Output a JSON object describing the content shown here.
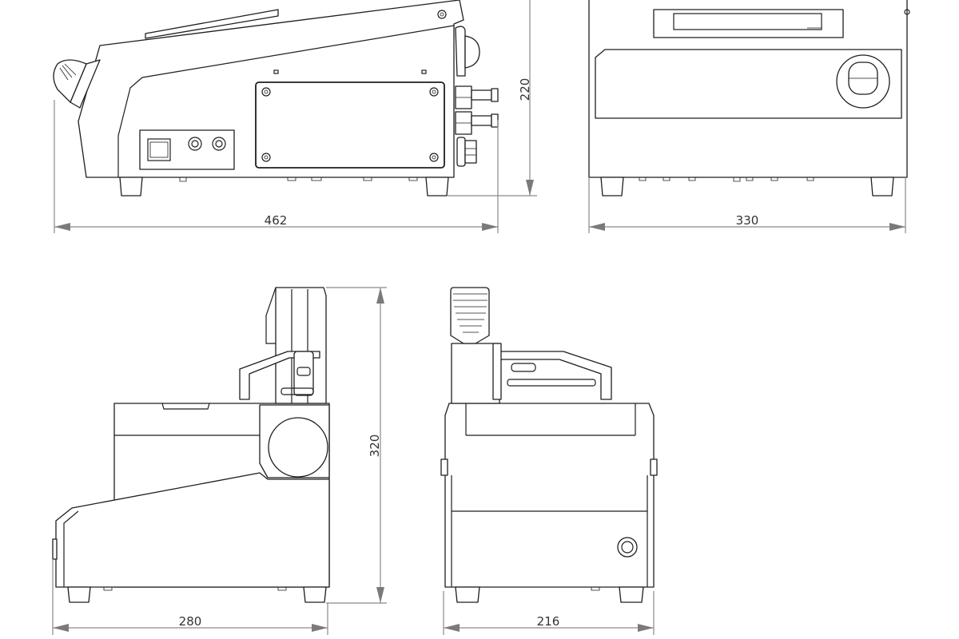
{
  "views": {
    "side_view": {
      "width_label": "462",
      "height_label": "220"
    },
    "front_view": {
      "width_label": "330"
    },
    "open_side_view": {
      "width_label": "280",
      "height_label": "320"
    },
    "open_front_view": {
      "width_label": "216"
    }
  },
  "colors": {
    "line": "#1e1e1e",
    "dimension": "#8a8a8a",
    "background": "#ffffff"
  }
}
